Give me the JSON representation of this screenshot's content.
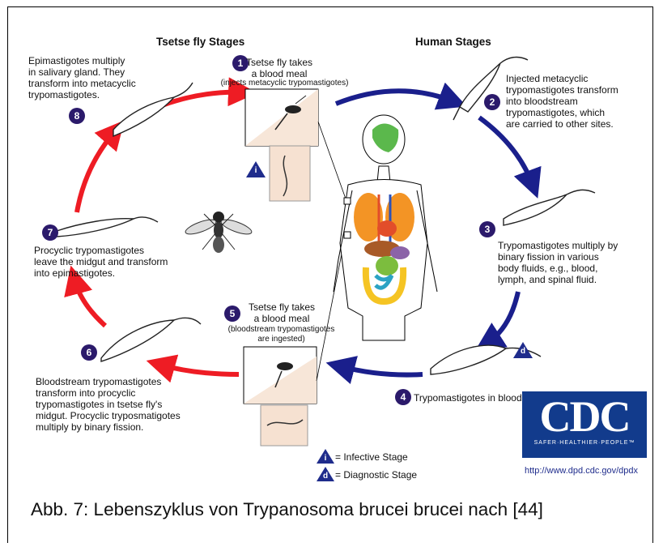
{
  "headers": {
    "tsetse": "Tsetse fly Stages",
    "human": "Human Stages"
  },
  "steps": [
    {
      "num": "1",
      "lines": [
        "Tsetse fly takes",
        "a blood meal"
      ],
      "note": "(injects metacyclic trypomastigotes)"
    },
    {
      "num": "2",
      "lines": [
        "Injected metacyclic",
        "trypomastigotes transform",
        "into bloodstream",
        "trypomastigotes, which",
        "are carried to other sites."
      ]
    },
    {
      "num": "3",
      "lines": [
        "Trypomastigotes multiply by",
        "binary fission in various",
        "body fluids, e.g., blood,",
        "lymph, and spinal fluid."
      ]
    },
    {
      "num": "4",
      "lines": [
        "Trypomastigotes in blood"
      ]
    },
    {
      "num": "5",
      "lines": [
        "Tsetse fly takes",
        "a blood meal"
      ],
      "note": [
        "(bloodstream trypomastigotes",
        "are ingested)"
      ]
    },
    {
      "num": "6",
      "lines": [
        "Bloodstream trypomastigotes",
        "transform into procyclic",
        "trypomastigotes in tsetse fly's",
        "midgut. Procyclic tryposmatigotes",
        "multiply by binary fission."
      ]
    },
    {
      "num": "7",
      "lines": [
        "Procyclic trypomastigotes",
        "leave the midgut and transform",
        "into epimastigotes."
      ]
    },
    {
      "num": "8",
      "lines": [
        "Epimastigotes multiply",
        "in salivary gland. They",
        "transform into metacyclic",
        "trypomastigotes."
      ]
    }
  ],
  "legend": {
    "infective": {
      "symbol": "i",
      "label": "= Infective Stage"
    },
    "diagnostic": {
      "symbol": "d",
      "label": "= Diagnostic Stage"
    }
  },
  "logo": {
    "text": "CDC",
    "tagline": "SAFER·HEALTHIER·PEOPLE™"
  },
  "url": "http://www.dpd.cdc.gov/dpdx",
  "caption": "Abb. 7: Lebenszyklus von Trypanosoma brucei brucei nach [44]",
  "colors": {
    "red_arrow": "#ee1c24",
    "blue_arrow": "#1a1f8c",
    "step_badge": "#2b1a6b",
    "logo_bg": "#123b8c"
  }
}
